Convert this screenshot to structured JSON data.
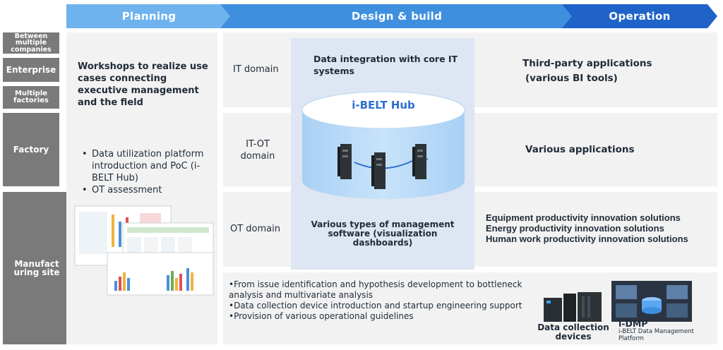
{
  "phases": {
    "planning": "Planning",
    "design_build": "Design & build",
    "operation": "Operation"
  },
  "levels": {
    "between_companies": "Between multiple companies",
    "enterprise": "Enterprise",
    "multiple_factories": "Multiple factories",
    "factory": "Factory",
    "manufacturing_site": "Manufact uring site"
  },
  "planning": {
    "workshop": "Workshops to realize use cases connecting executive management and the field",
    "bullet1": "Data utilization platform introduction and PoC (i-BELT Hub)",
    "bullet2": "OT assessment"
  },
  "domains": {
    "it": "IT domain",
    "it_ot": "IT-OT domain",
    "ot": "OT domain"
  },
  "hub": {
    "data_integration": "Data integration with core IT systems",
    "title": "i-BELT Hub",
    "management_software": "Various types of management software (visualization dashboards)"
  },
  "operation": {
    "third_party_line1": "Third-party applications",
    "third_party_line2": "(various BI tools)",
    "various_apps": "Various applications",
    "solution1": "Equipment productivity innovation solutions",
    "solution2": "Energy productivity innovation solutions",
    "solution3": "Human work productivity innovation solutions"
  },
  "site": {
    "line1": "•From issue identification and hypothesis development to bottleneck analysis and multivariate analysis",
    "line2": "•Data collection device introduction and startup engineering support",
    "line3": "•Provision of various operational guidelines"
  },
  "devices": {
    "data_collection": "Data collection devices",
    "idmp_title": "i-DMP",
    "idmp_sub": "i-BELT Data Management Platform"
  },
  "colors": {
    "planning": "#6fb3ee",
    "design_build": "#3f8fdf",
    "operation": "#1f63c9",
    "level": "#7a7a7a",
    "panel": "#f2f2f2",
    "hub": "#dde6f2"
  },
  "icons": [
    "server-icon",
    "dashboard-thumbnail",
    "device-icon",
    "platform-icon"
  ]
}
